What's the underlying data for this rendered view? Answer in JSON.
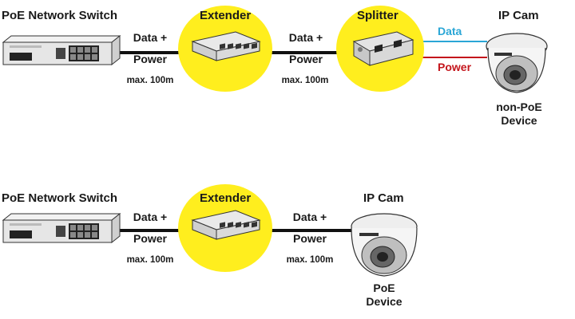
{
  "colors": {
    "highlight": "#ffee1e",
    "cable": "#111111",
    "data_line": "#2aa6d6",
    "power_line": "#c4161c",
    "text": "#1a1a1a"
  },
  "icons": {
    "switch": "poe-switch-device-icon",
    "extender": "extender-device-icon",
    "splitter": "splitter-device-icon",
    "camera": "dome-camera-icon"
  },
  "top_row": {
    "switch_label": "PoE Network Switch",
    "extender_label": "Extender",
    "splitter_label": "Splitter",
    "camera_label": "IP Cam",
    "link1": {
      "line1": "Data +",
      "line2": "Power",
      "distance": "max. 100m"
    },
    "link2": {
      "line1": "Data +",
      "line2": "Power",
      "distance": "max. 100m"
    },
    "data_label": "Data",
    "power_label": "Power",
    "device_type_line1": "non-PoE",
    "device_type_line2": "Device"
  },
  "bottom_row": {
    "switch_label": "PoE Network Switch",
    "extender_label": "Extender",
    "camera_label": "IP Cam",
    "link1": {
      "line1": "Data +",
      "line2": "Power",
      "distance": "max. 100m"
    },
    "link2": {
      "line1": "Data +",
      "line2": "Power",
      "distance": "max. 100m"
    },
    "device_type_line1": "PoE",
    "device_type_line2": "Device"
  }
}
